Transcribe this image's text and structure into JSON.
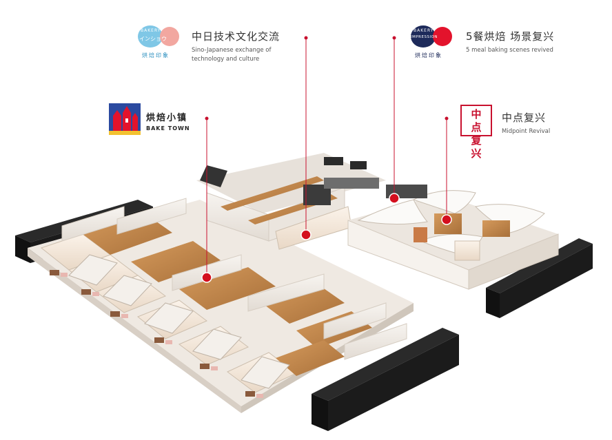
{
  "labels": {
    "sino_japanese": {
      "title": "中日技术文化交流",
      "subtitle_line1": "Sino-Japanese exchange of",
      "subtitle_line2": "technology and culture",
      "logo_top": "BAKERY",
      "logo_mid": "インショウ",
      "logo_bottom": "烘焙印象"
    },
    "five_meal": {
      "title": "5餐烘焙 场景复兴",
      "subtitle": "5 meal baking scenes revived",
      "logo_top": "BAKERY",
      "logo_mid": "IMPRESSION",
      "logo_bottom": "烘焙印象"
    },
    "bake_town": {
      "title": "烘焙小镇",
      "subtitle": "BAKE TOWN"
    },
    "midpoint": {
      "title": "中点复兴",
      "subtitle": "Midpoint Revival",
      "seal_text": "中点复兴"
    }
  },
  "colors": {
    "accent_red": "#c8102e",
    "logo_blue": "#2b8fbf",
    "logo_pink": "#f2a7a0",
    "dark_navy": "#1d2a5a",
    "wall": "#f1ece6",
    "wood": "#c98a4b",
    "black_block": "#1b1b1b"
  }
}
